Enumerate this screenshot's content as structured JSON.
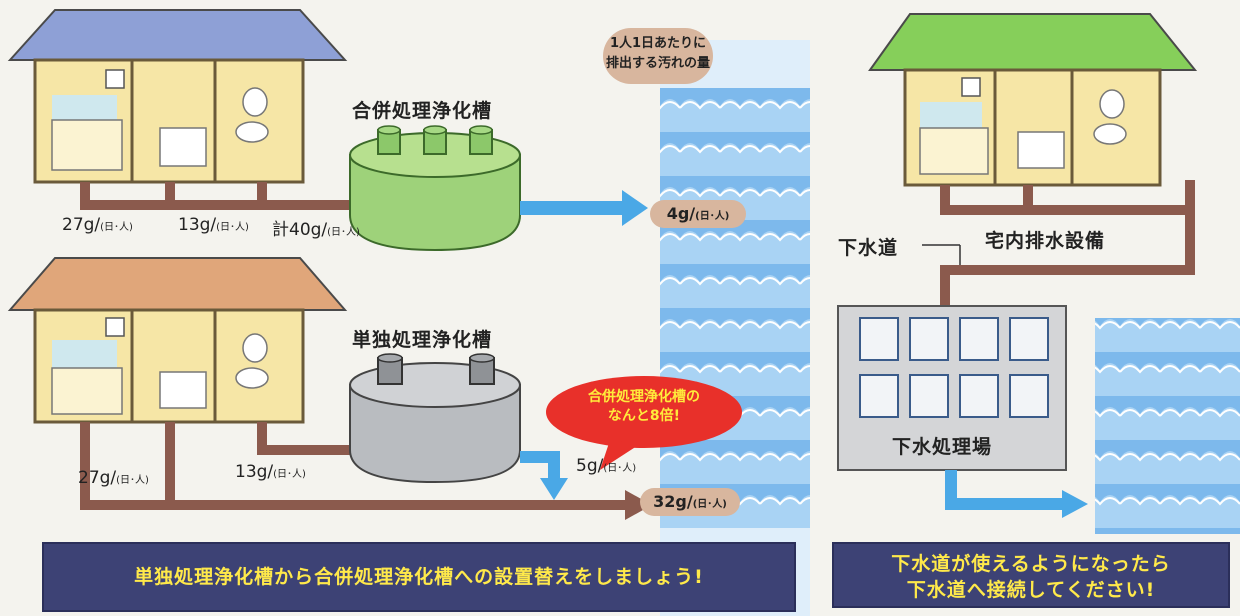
{
  "combined": {
    "title": "合併処理浄化槽",
    "amounts": [
      {
        "value": "27g/",
        "unit": "(日･人)"
      },
      {
        "value": "13g/",
        "unit": "(日･人)"
      },
      {
        "value": "計40g/",
        "unit": "(日･人)"
      }
    ],
    "discharge": {
      "value": "4g/",
      "unit": "(日･人)"
    }
  },
  "single": {
    "title": "単独処理浄化槽",
    "amounts": [
      {
        "value": "27g/",
        "unit": "(日･人)"
      },
      {
        "value": "13g/",
        "unit": "(日･人)"
      }
    ],
    "treated": {
      "value": "5g/",
      "unit": "(日･人)"
    },
    "discharge": {
      "value": "32g/",
      "unit": "(日･人)"
    },
    "callout": [
      "合併処理浄化槽の",
      "なんと8倍!"
    ]
  },
  "river_label": [
    "1人1日あたりに",
    "排出する汚れの量"
  ],
  "sewer": {
    "house_label": "宅内排水設備",
    "sewer_label": "下水道",
    "plant_label": "下水処理場"
  },
  "banners": {
    "left": "単独処理浄化槽から合併処理浄化槽への設置替えをしましょう!",
    "right": [
      "下水道が使えるようになったら",
      "下水道へ接続してください!"
    ]
  },
  "colors": {
    "roof_blue": "#8ea0d6",
    "roof_orange": "#e0a67a",
    "roof_green": "#86cf5a",
    "pipe": "#8b5a4d",
    "tank_green": "#9ed27a",
    "tank_gray": "#b9bcc0",
    "water": "#6fb3ea",
    "arrow": "#4aa8e6",
    "banner": "#3d4275",
    "banner_text": "#ffe94a",
    "callout": "#e8302a"
  }
}
